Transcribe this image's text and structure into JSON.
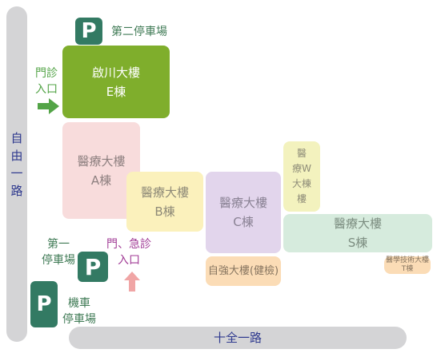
{
  "roads": {
    "vertical": [
      "自",
      "由",
      "一",
      "路"
    ],
    "horizontal": "十全一路"
  },
  "parking": {
    "p_symbol": "P",
    "second_lot": "第二停車場",
    "first_lot": [
      "第一",
      "停車場"
    ],
    "motorcycle_lot": [
      "機車",
      "停車場"
    ]
  },
  "entrances": {
    "clinic": [
      "門診",
      "入口"
    ],
    "emergency": [
      "門、急診",
      "入口"
    ]
  },
  "buildings": {
    "e": [
      "啟川大樓",
      "E棟"
    ],
    "a": [
      "醫療大樓",
      "A棟"
    ],
    "b": [
      "醫療大樓",
      "B棟"
    ],
    "c": [
      "醫療大樓",
      "C棟"
    ],
    "w": [
      "醫",
      "療W",
      "大棟",
      "樓"
    ],
    "s": [
      "醫療大樓",
      "S棟"
    ],
    "ziqiang": "自強大樓(健檢)",
    "t": [
      "醫學技術大樓",
      "T棟"
    ]
  },
  "colors": {
    "road": "#d4d4d6",
    "road_text": "#2f3a8f",
    "parking_sign": "#337a63",
    "clinic_entry": "#53a447",
    "emergency_entry": "#a03a95",
    "building_e": "#7fae2c",
    "building_a": "#f8dcdc",
    "building_b": "#fbf1bc",
    "building_c": "#e2d5ec",
    "building_w": "#f3f2be",
    "building_s": "#d6ebdd",
    "building_orange": "#fbdcb6"
  }
}
